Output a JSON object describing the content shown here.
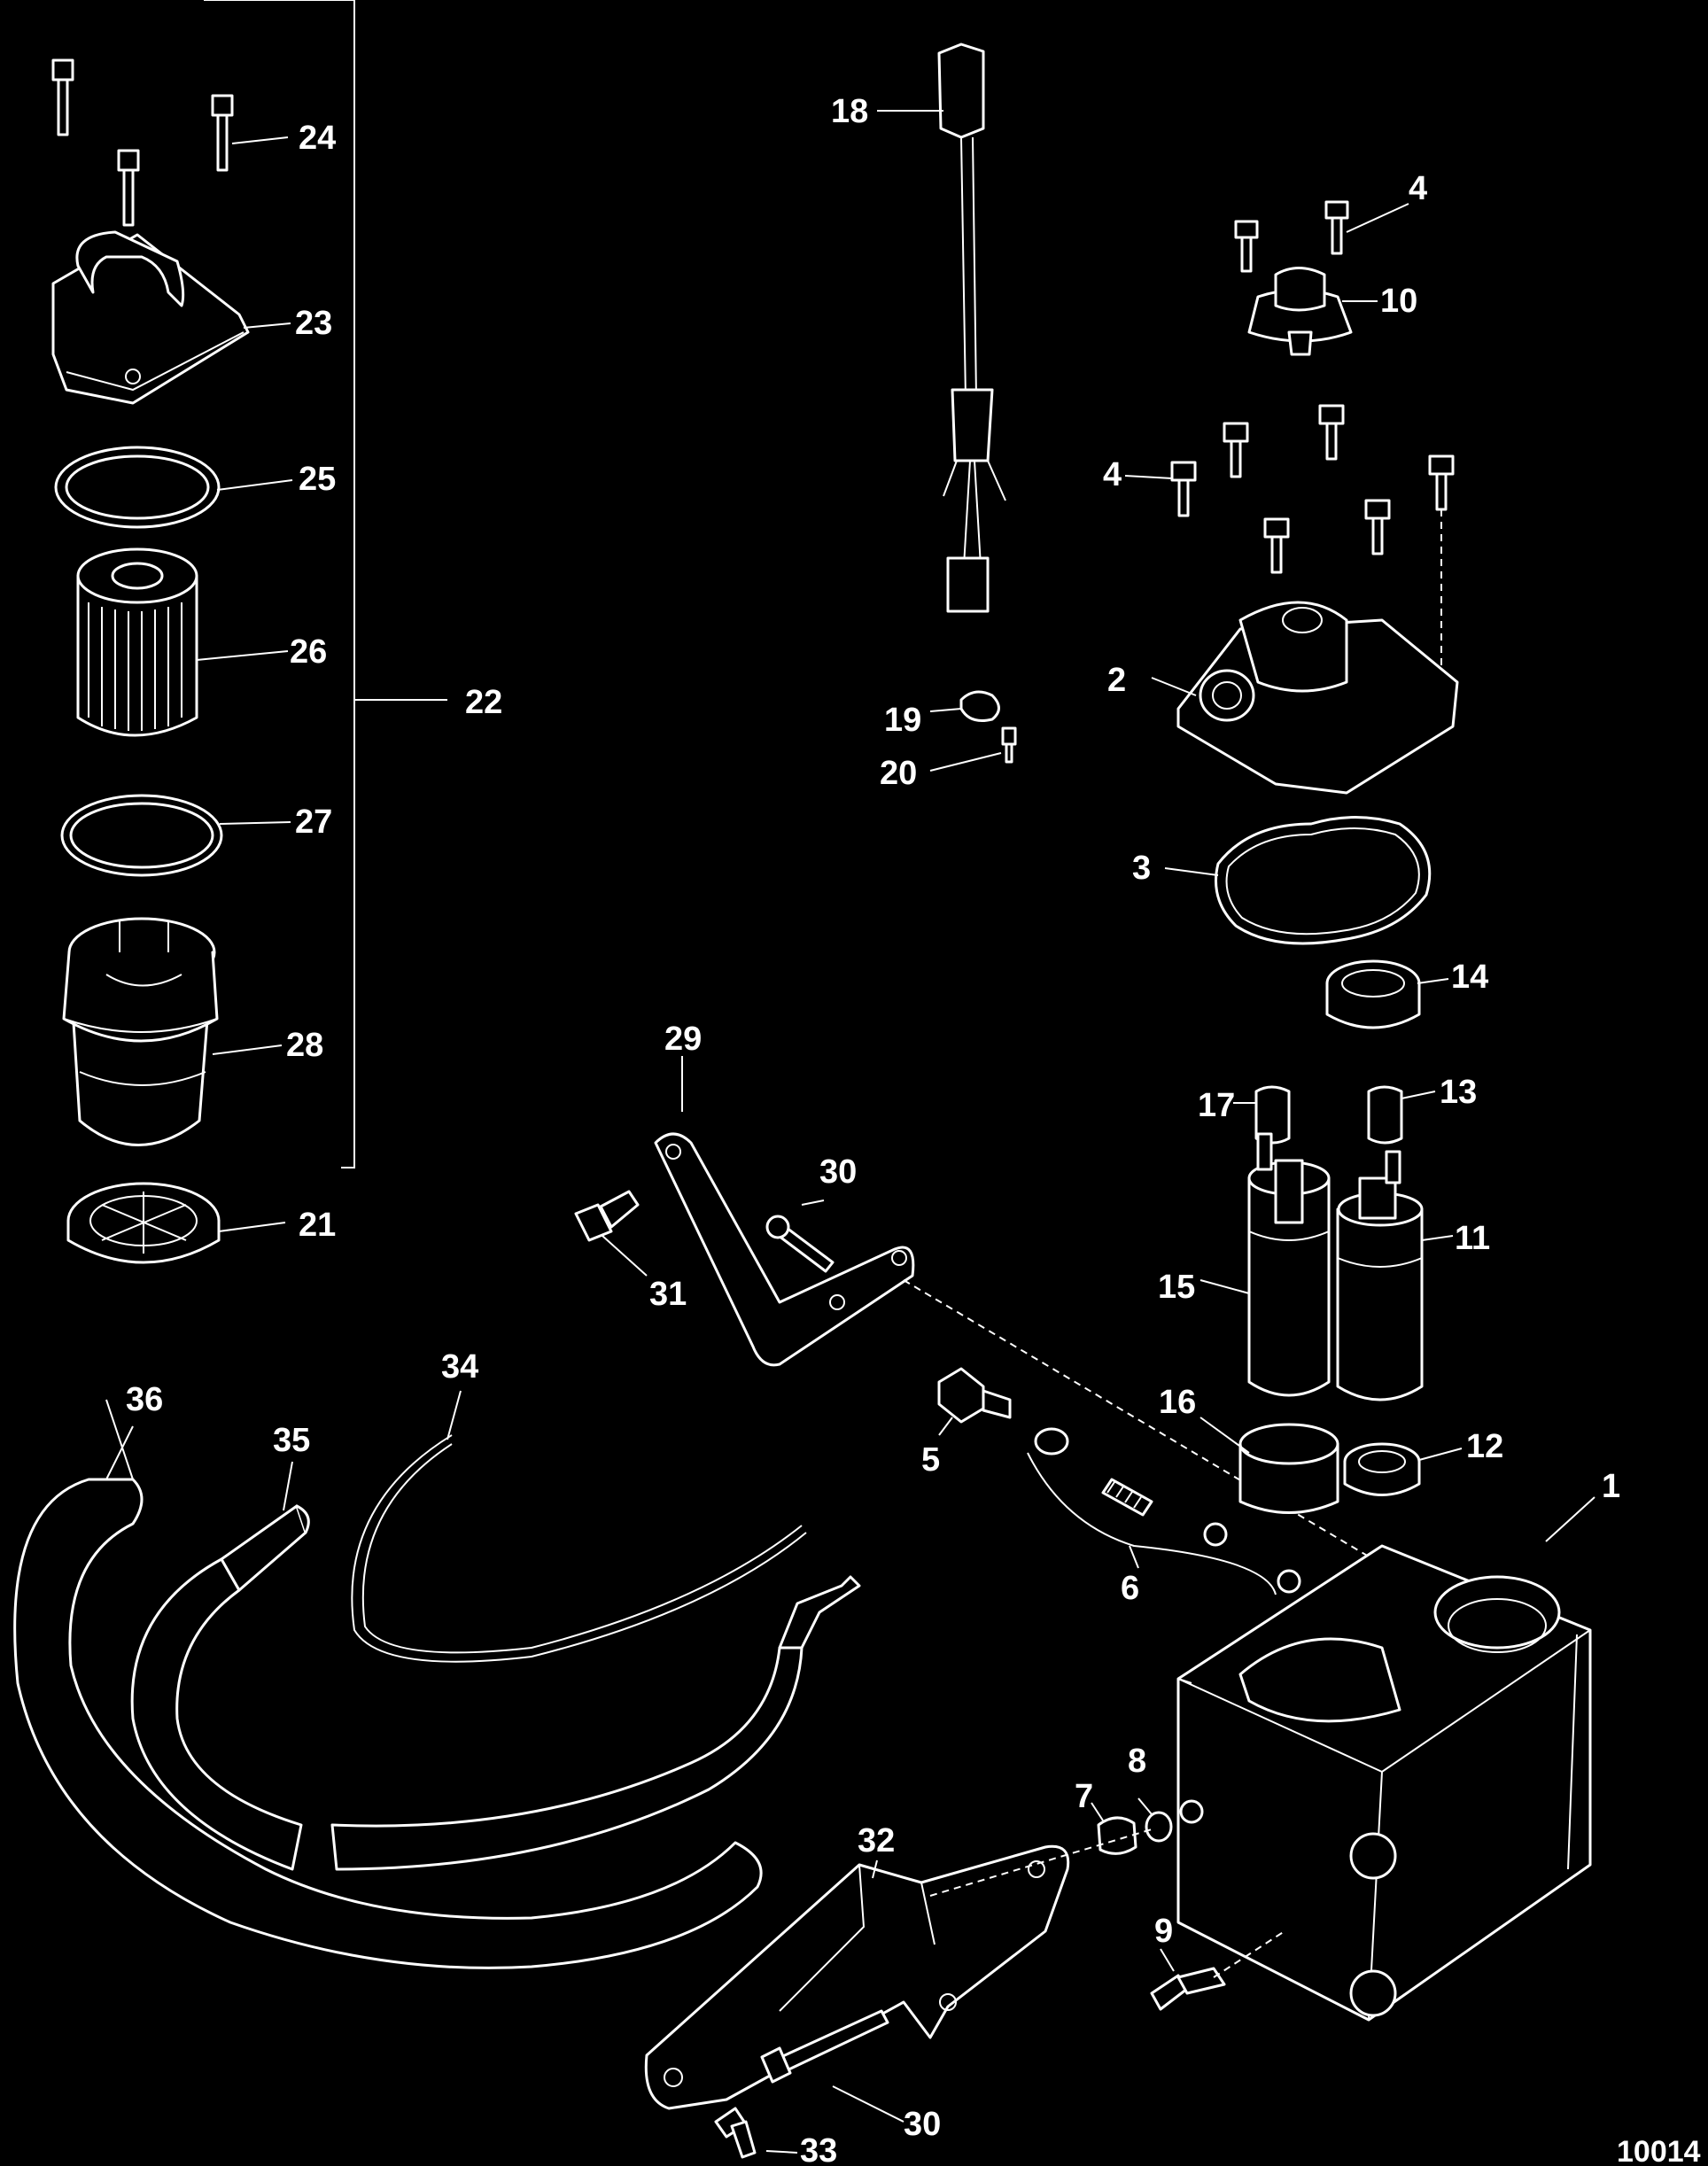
{
  "figure_number": "10014",
  "callouts": {
    "c1": "1",
    "c2": "2",
    "c3": "3",
    "c4a": "4",
    "c4b": "4",
    "c5": "5",
    "c6": "6",
    "c7": "7",
    "c8": "8",
    "c9": "9",
    "c10": "10",
    "c11": "11",
    "c12": "12",
    "c13": "13",
    "c14": "14",
    "c15": "15",
    "c16": "16",
    "c17": "17",
    "c18": "18",
    "c19": "19",
    "c20": "20",
    "c21": "21",
    "c22": "22",
    "c23": "23",
    "c24": "24",
    "c25": "25",
    "c26": "26",
    "c27": "27",
    "c28": "28",
    "c29": "29",
    "c30a": "30",
    "c30b": "30",
    "c31": "31",
    "c32": "32",
    "c33": "33",
    "c34": "34",
    "c35": "35",
    "c36": "36"
  },
  "colors": {
    "background": "#000000",
    "line_art": "#ffffff"
  }
}
